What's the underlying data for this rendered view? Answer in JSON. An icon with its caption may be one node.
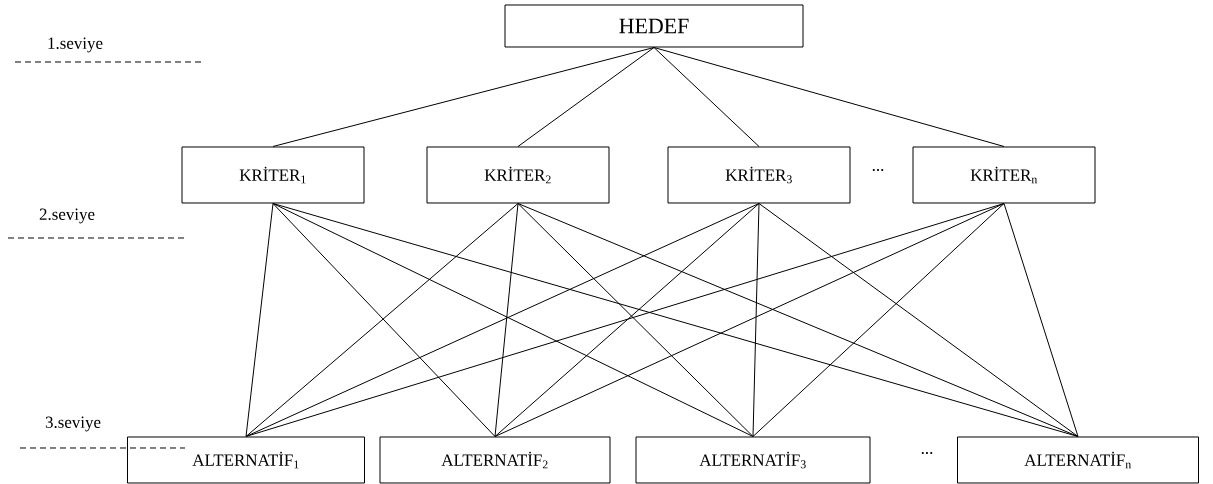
{
  "diagram": {
    "nodes": [
      {
        "text": [
          "HEDEF"
        ]
      },
      {
        "text": [
          "KRİTER$_{1}$"
        ]
      },
      {
        "text": [
          "KRİTER$_{2}$"
        ]
      },
      {
        "text": [
          "KRİTER$_{3}$"
        ]
      },
      {
        "text": [
          "KRİTER$_{n}$"
        ]
      },
      {
        "text": [
          "ALTERNATİF$_{1}$"
        ]
      },
      {
        "text": [
          "ALTERNATİF$_{2}$"
        ]
      },
      {
        "text": [
          "ALTERNATİF$_{3}$"
        ]
      },
      {
        "text": [
          "ALTERNATİF$_{n}$"
        ]
      }
    ],
    "edges": [
      {
        "from": 0,
        "to": 1,
        "arrow": "none"
      },
      {
        "from": 0,
        "to": 2,
        "arrow": "none"
      },
      {
        "from": 0,
        "to": 3,
        "arrow": "none"
      },
      {
        "from": 0,
        "to": 4,
        "arrow": "none"
      },
      {
        "from": 1,
        "to": 5,
        "arrow": "none"
      },
      {
        "from": 1,
        "to": 6,
        "arrow": "none"
      },
      {
        "from": 1,
        "to": 7,
        "arrow": "none"
      },
      {
        "from": 1,
        "to": 8,
        "arrow": "none"
      },
      {
        "from": 2,
        "to": 5,
        "arrow": "none"
      },
      {
        "from": 2,
        "to": 6,
        "arrow": "none"
      },
      {
        "from": 2,
        "to": 7,
        "arrow": "none"
      },
      {
        "from": 2,
        "to": 8,
        "arrow": "none"
      },
      {
        "from": 3,
        "to": 5,
        "arrow": "none"
      },
      {
        "from": 3,
        "to": 6,
        "arrow": "none"
      },
      {
        "from": 3,
        "to": 7,
        "arrow": "none"
      },
      {
        "from": 3,
        "to": 8,
        "arrow": "none"
      },
      {
        "from": 4,
        "to": 5,
        "arrow": "none"
      },
      {
        "from": 4,
        "to": 6,
        "arrow": "none"
      },
      {
        "from": 4,
        "to": 7,
        "arrow": "none"
      },
      {
        "from": 4,
        "to": 8,
        "arrow": "none"
      }
    ],
    "labels": [
      "1.seviye",
      "...",
      "2.seviye",
      "...",
      "3.seviye"
    ]
  }
}
